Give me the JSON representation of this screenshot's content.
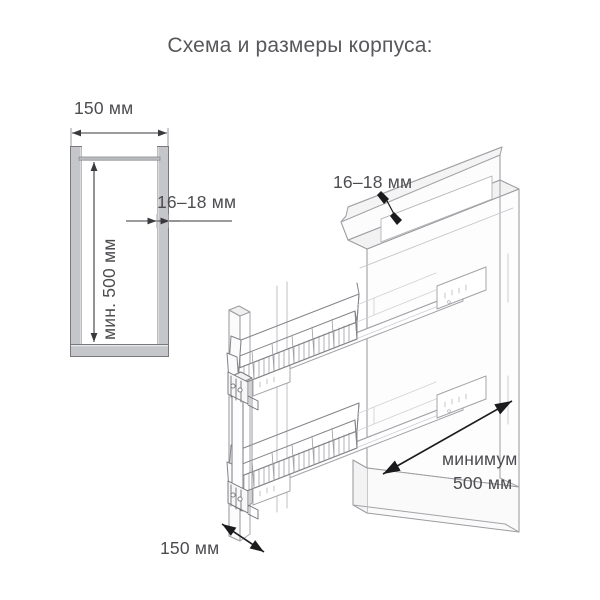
{
  "page": {
    "title": "Схема и размеры корпуса:",
    "background_color": "#ffffff",
    "text_color": "#4d4d51",
    "line_color": "#808086",
    "panel_fill": "#c8c9cb"
  },
  "front_view": {
    "name": "Вид спереди (разрез корпуса)",
    "width_label": "150 мм",
    "height_label": "мин. 500 мм",
    "thickness_label": "16–18 мм"
  },
  "iso_view": {
    "name": "Изометрия корпуса с выдвижной корзиной",
    "thickness_label": "16–18 мм",
    "depth_label_line1": "минимум",
    "depth_label_line2": "500 мм",
    "width_label": "150 мм"
  },
  "chart_data": {
    "type": "diagram",
    "title": "Схема и размеры корпуса:",
    "measurements": [
      {
        "label": "150 мм",
        "value": 150,
        "unit": "мм",
        "dimension": "ширина корпуса",
        "view": "front"
      },
      {
        "label": "мин. 500 мм",
        "value": 500,
        "unit": "мм",
        "dimension": "высота корпуса",
        "view": "front",
        "qualifier": "минимум"
      },
      {
        "label": "16–18 мм",
        "value": [
          16,
          18
        ],
        "unit": "мм",
        "dimension": "толщина стенки",
        "view": "front"
      },
      {
        "label": "16–18 мм",
        "value": [
          16,
          18
        ],
        "unit": "мм",
        "dimension": "толщина стенки",
        "view": "iso"
      },
      {
        "label": "минимум 500 мм",
        "value": 500,
        "unit": "мм",
        "dimension": "глубина корпуса",
        "view": "iso",
        "qualifier": "минимум"
      },
      {
        "label": "150 мм",
        "value": 150,
        "unit": "мм",
        "dimension": "ширина корпуса",
        "view": "iso"
      }
    ]
  }
}
